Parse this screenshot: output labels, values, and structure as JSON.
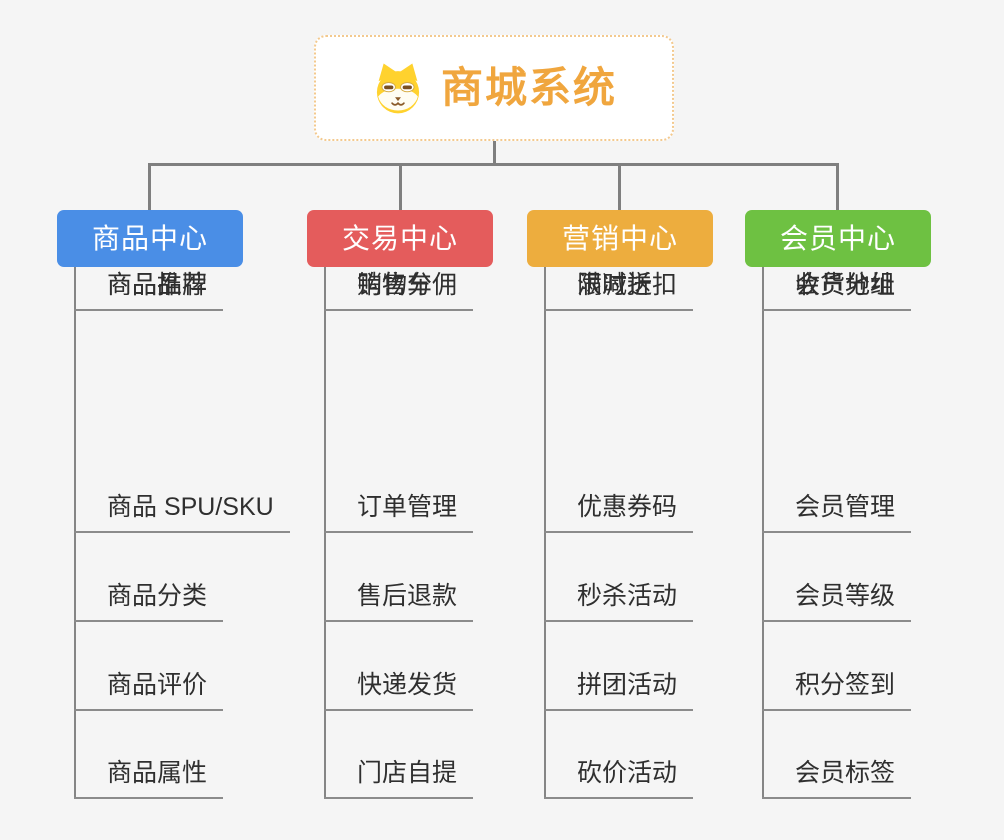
{
  "root": {
    "title": "商城系统",
    "icon": "dog-icon"
  },
  "colors": {
    "root_text": "#f0a63e",
    "root_border": "#f3c98e",
    "connector": "#7f7f7f",
    "leaf_text": "#2f2f2f",
    "background": "#f5f5f5"
  },
  "branches": [
    {
      "title": "商品中心",
      "color": "#4a8ee6",
      "items": [
        "商品 SPU/SKU",
        "商品分类",
        "商品评价",
        "商品属性",
        "商品推荐",
        "商品品牌"
      ]
    },
    {
      "title": "交易中心",
      "color": "#e45c5c",
      "items": [
        "订单管理",
        "售后退款",
        "快递发货",
        "门店自提",
        "购物车",
        "销售分佣"
      ]
    },
    {
      "title": "营销中心",
      "color": "#edad3e",
      "items": [
        "优惠券码",
        "秒杀活动",
        "拼团活动",
        "砍价活动",
        "限时折扣",
        "满减送"
      ]
    },
    {
      "title": "会员中心",
      "color": "#6ec142",
      "items": [
        "会员管理",
        "会员等级",
        "积分签到",
        "会员标签",
        "会员分组",
        "收货地址"
      ]
    }
  ]
}
